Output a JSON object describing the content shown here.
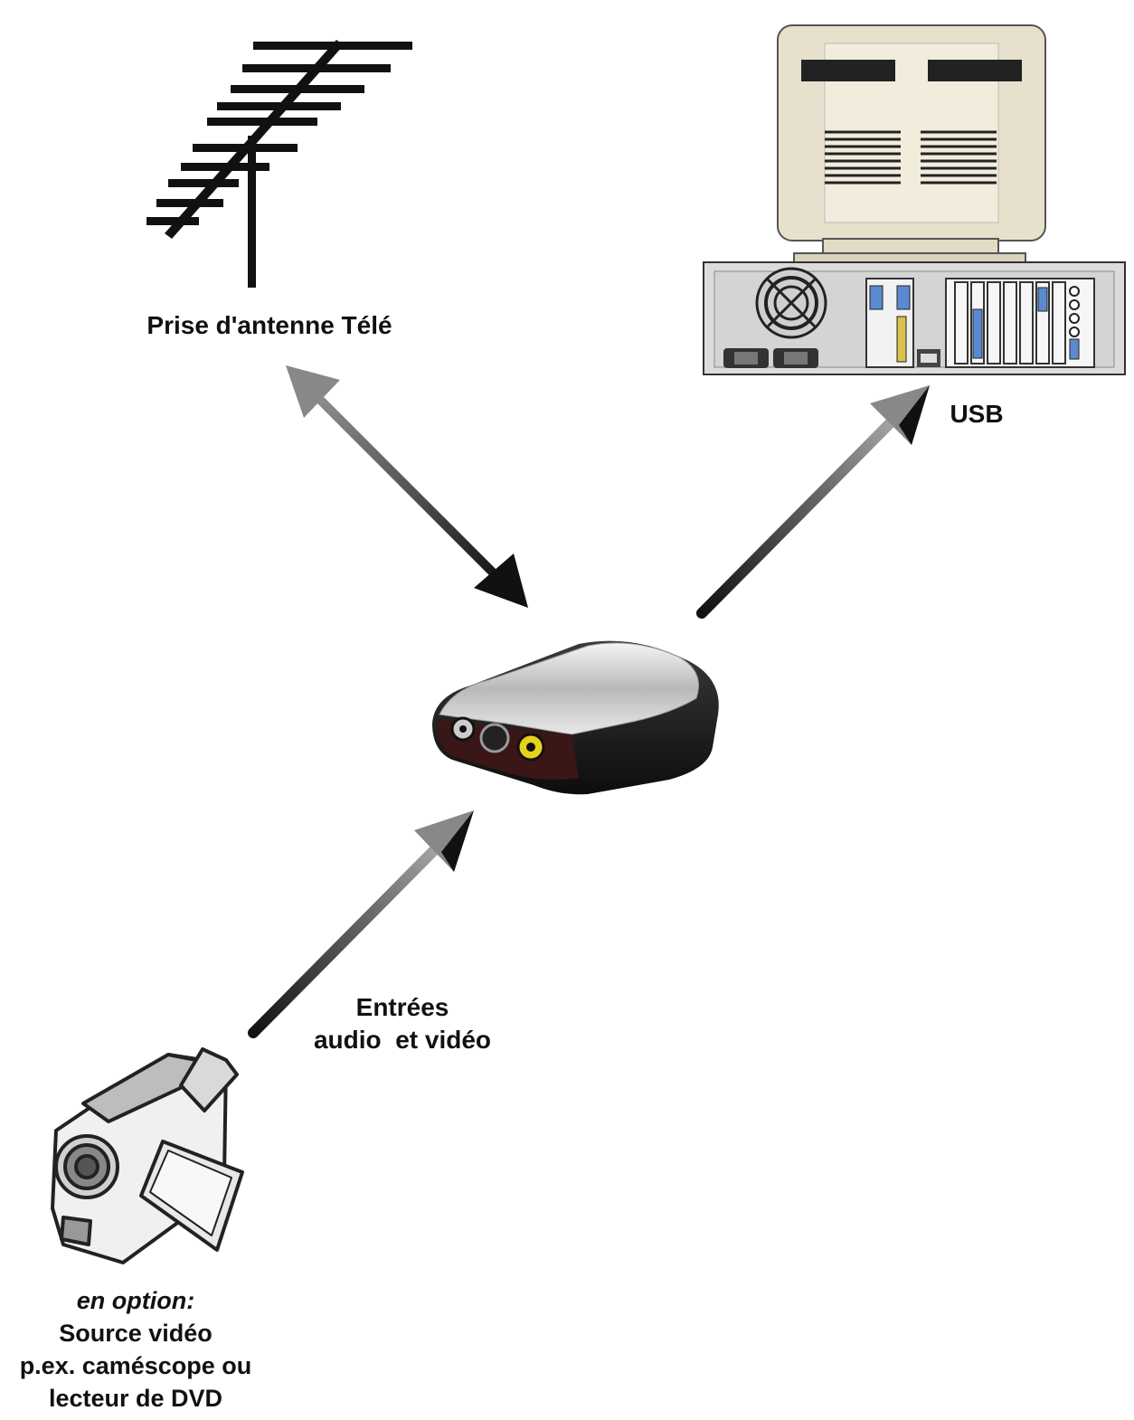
{
  "labels": {
    "antenna": "Prise d'antenne Télé",
    "usb": "USB",
    "inputs_line1": "Entrées",
    "inputs_line2": "audio  et vidéo",
    "source_option": "en option:",
    "source_line1": "Source vidéo",
    "source_line2": "p.ex. caméscope ou",
    "source_line3": "lecteur de DVD"
  },
  "colors": {
    "arrow_dark": "#111111",
    "arrow_light": "#9a9a9a",
    "monitor_beige": "#e6e0cc",
    "case_grey": "#d9d9d9",
    "device_silver": "#c8c8c8",
    "device_dark": "#1c1c1c"
  }
}
